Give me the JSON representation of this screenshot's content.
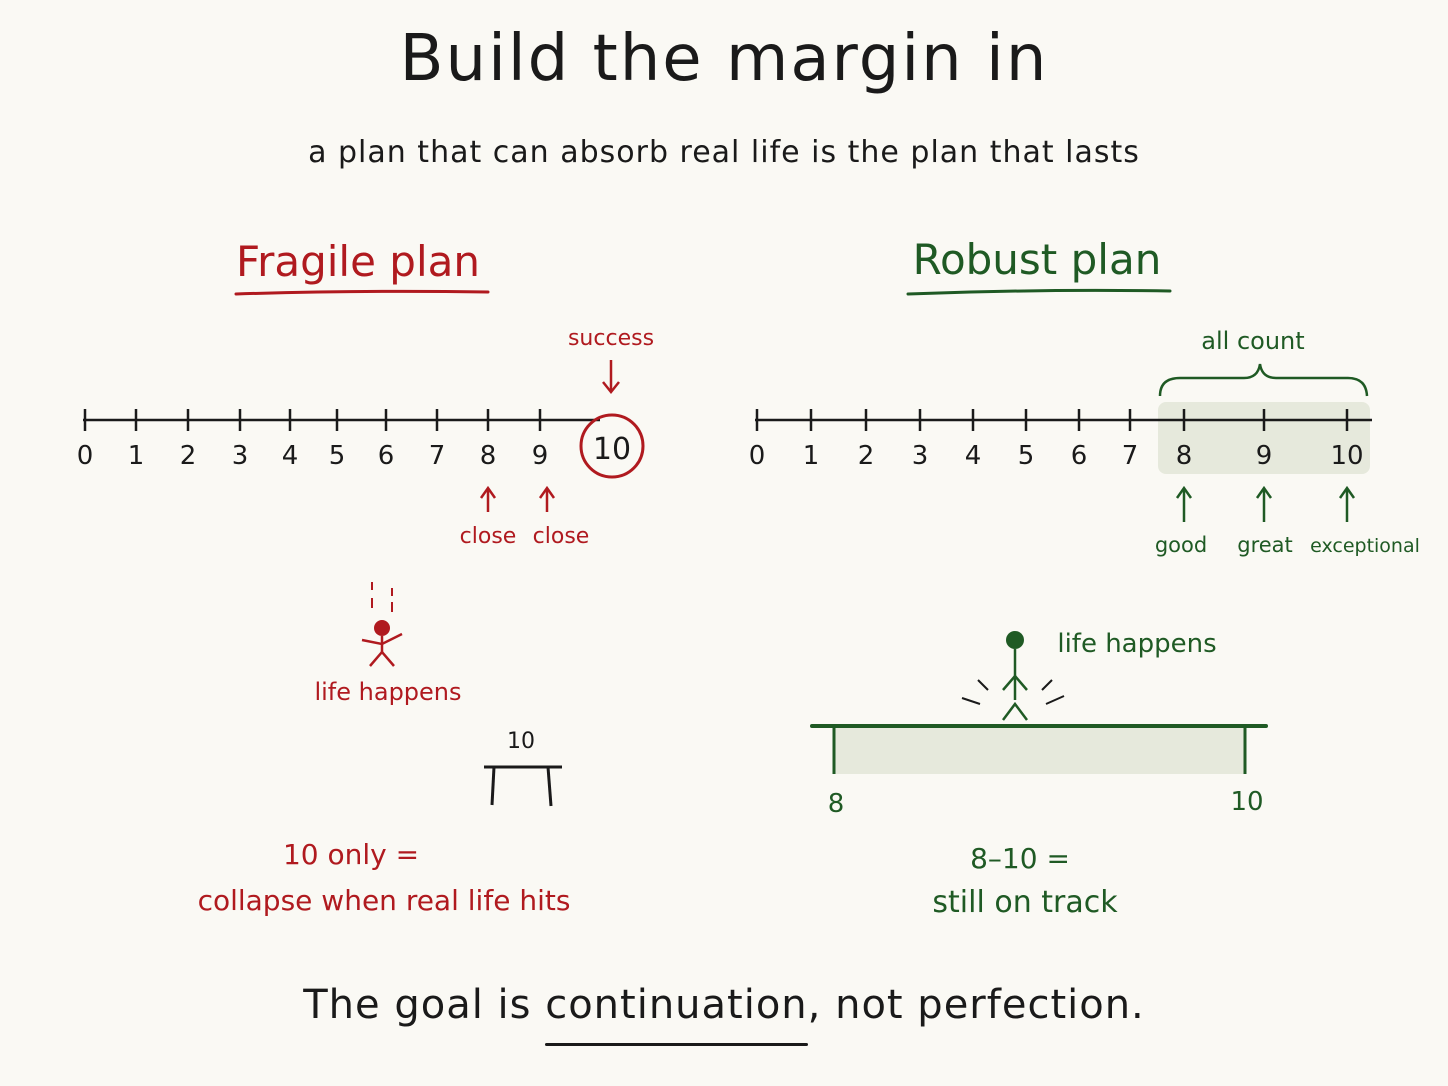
{
  "title": "Build the margin in",
  "subtitle": "a plan that can absorb real life is the plan that lasts",
  "colors": {
    "fragile": "#b01a1f",
    "robust": "#1f5a24",
    "ink": "#1a1a1a",
    "band": "#e6e9dc"
  },
  "fragile": {
    "heading": "Fragile plan",
    "scale": [
      "0",
      "1",
      "2",
      "3",
      "4",
      "5",
      "6",
      "7",
      "8",
      "9",
      "10"
    ],
    "success_label": "success",
    "close_labels": [
      "close",
      "close"
    ],
    "life_label": "life happens",
    "table_label": "10",
    "caption_line1": "10 only =",
    "caption_line2": "collapse when real life hits"
  },
  "robust": {
    "heading": "Robust plan",
    "scale": [
      "0",
      "1",
      "2",
      "3",
      "4",
      "5",
      "6",
      "7",
      "8",
      "9",
      "10"
    ],
    "range_label": "all count",
    "tier_labels": [
      "good",
      "great",
      "exceptional"
    ],
    "life_label": "life happens",
    "beam_left": "8",
    "beam_right": "10",
    "caption_line1": "8–10 =",
    "caption_line2": "still on track"
  },
  "footer": {
    "before": "The goal is ",
    "emphasis": "continuation",
    "after": ", not perfection."
  }
}
